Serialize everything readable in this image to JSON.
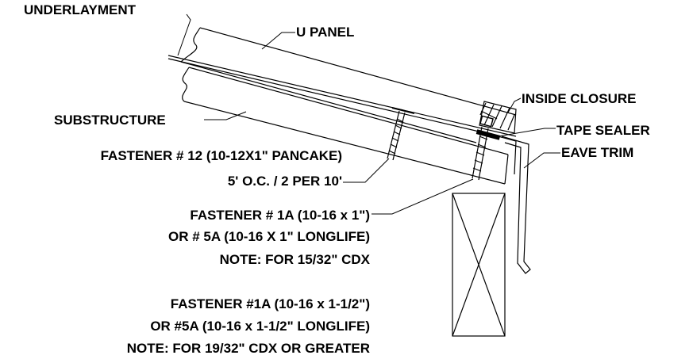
{
  "labels": {
    "underlayment": "UNDERLAYMENT",
    "u_panel": "U PANEL",
    "inside_closure": "INSIDE CLOSURE",
    "tape_sealer": "TAPE SEALER",
    "eave_trim": "EAVE TRIM",
    "substructure": "SUBSTRUCTURE",
    "fastener12_line1": "FASTENER # 12 (10-12X1\" PANCAKE)",
    "fastener12_line2": "5' O.C. / 2 PER 10'",
    "fastener1a_line1": "FASTENER # 1A (10-16 x 1\")",
    "fastener1a_line2": "OR # 5A (10-16 X 1\" LONGLIFE)",
    "fastener1a_line3": "NOTE: FOR 15/32\" CDX",
    "fastener1a_long_line1": "FASTENER #1A (10-16 x 1-1/2\")",
    "fastener1a_long_line2": "OR #5A (10-16 x 1-1/2\" LONGLIFE)",
    "fastener1a_long_line3": "NOTE: FOR 19/32\" CDX OR GREATER"
  }
}
